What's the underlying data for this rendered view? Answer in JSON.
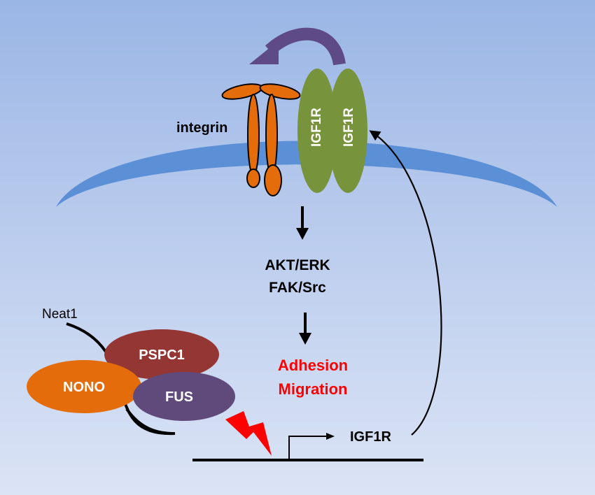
{
  "labels": {
    "integrin": "integrin",
    "igf1r_left": "IGF1R",
    "igf1r_right": "IGF1R",
    "pathway_line1": "AKT/ERK",
    "pathway_line2": "FAK/Src",
    "outcome_line1": "Adhesion",
    "outcome_line2": "Migration",
    "neat1": "Neat1",
    "pspc1": "PSPC1",
    "nono": "NONO",
    "fus": "FUS",
    "gene": "IGF1R"
  },
  "colors": {
    "membrane": "#5b8fd6",
    "integrin": "#e46c0a",
    "igf1r": "#77933c",
    "feedback_arrow": "#5e4a86",
    "pspc1": "#943634",
    "nono": "#e46c0a",
    "fus": "#604a7b",
    "outcome_text": "#ff0000",
    "lightning": "#ff0000"
  }
}
